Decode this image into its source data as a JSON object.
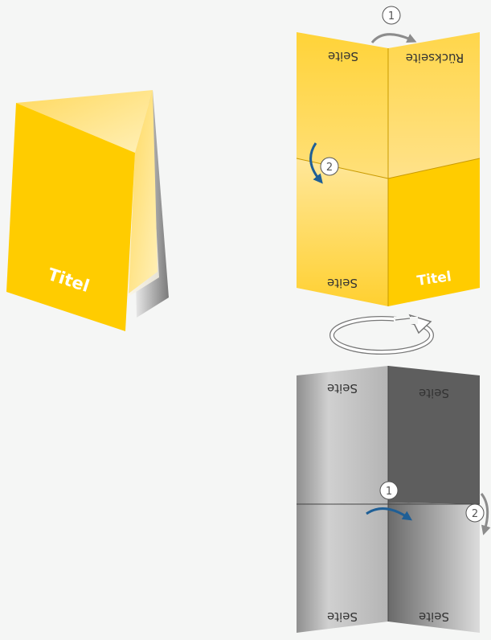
{
  "booklet": {
    "title_label": "Titel"
  },
  "yellow_sheet": {
    "back_label": "Rückseite",
    "page_label_top": "Seite",
    "page_label_bottom": "Seite",
    "title_label": "Titel",
    "step1_number": "1",
    "step2_number": "2"
  },
  "gray_sheet": {
    "page_labels": [
      "Seite",
      "Seite",
      "Seite",
      "Seite"
    ],
    "step1_number": "1",
    "step2_number": "2"
  },
  "colors": {
    "yellow": "#ffcc00",
    "yellow_light": "#ffe27a",
    "gray_dark": "#5f5f5f",
    "gray_light": "#c8c8c8",
    "arrow_blue": "#1f5f96",
    "arrow_gray": "#8c8c8c"
  },
  "icons": [
    "rotate-arrow-icon",
    "fold-arrow-icon"
  ]
}
